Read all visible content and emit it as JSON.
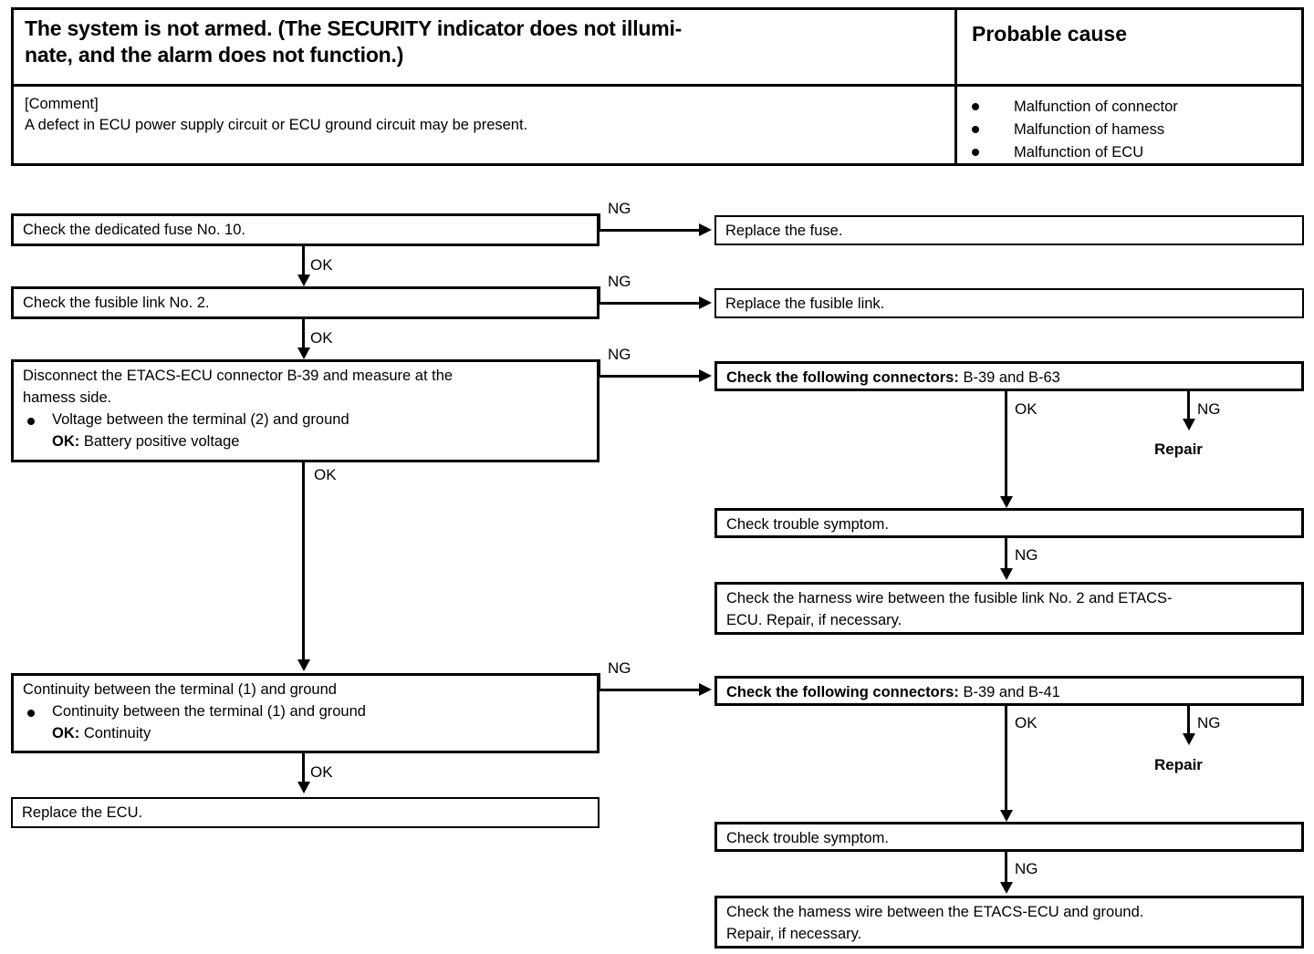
{
  "symptom_table": {
    "symptom_title": "The system is not armed. (The SECURITY indicator does not illumi-\nnate, and the alarm does not function.)",
    "probable_cause_header": "Probable cause",
    "comment_label": "[Comment]",
    "comment_text": "A defect in ECU power supply circuit or ECU ground circuit may be present.",
    "causes": [
      "Malfunction of connector",
      "Malfunction of hamess",
      "Malfunction of ECU"
    ]
  },
  "flow": {
    "labels": {
      "ok": "OK",
      "ng": "NG",
      "repair": "Repair"
    },
    "left": {
      "step1": "Check the dedicated fuse No. 10.",
      "step2": "Check the fusible link No. 2.",
      "step3_line1": "Disconnect the ETACS-ECU connector B-39 and measure at the",
      "step3_line2": "hamess side.",
      "step3_bullet": "Voltage between the terminal (2) and ground",
      "step3_ok_label": "OK:",
      "step3_ok_value": "Battery positive voltage",
      "step4_line1": "Continuity between the terminal (1) and ground",
      "step4_bullet": "Continuity between the terminal (1) and ground",
      "step4_ok_label": "OK:",
      "step4_ok_value": "Continuity",
      "step5": "Replace the ECU."
    },
    "right": {
      "replace_fuse": "Replace the fuse.",
      "replace_fusible_link": "Replace the fusible link.",
      "connectors_1_bold": "Check the following connectors:",
      "connectors_1_value": "B-39 and B-63",
      "trouble_symptom_1": "Check trouble symptom.",
      "harness_1_line1": "Check the harness wire between the fusible link No. 2 and ETACS-",
      "harness_1_line2": "ECU. Repair, if necessary.",
      "connectors_2_bold": "Check the following connectors:",
      "connectors_2_value": "B-39 and B-41",
      "trouble_symptom_2": "Check trouble symptom.",
      "harness_2_line1": "Check the hamess wire between the ETACS-ECU and ground.",
      "harness_2_line2": "Repair, if necessary."
    }
  },
  "colors": {
    "ink": "#000000",
    "paper": "#ffffff"
  }
}
